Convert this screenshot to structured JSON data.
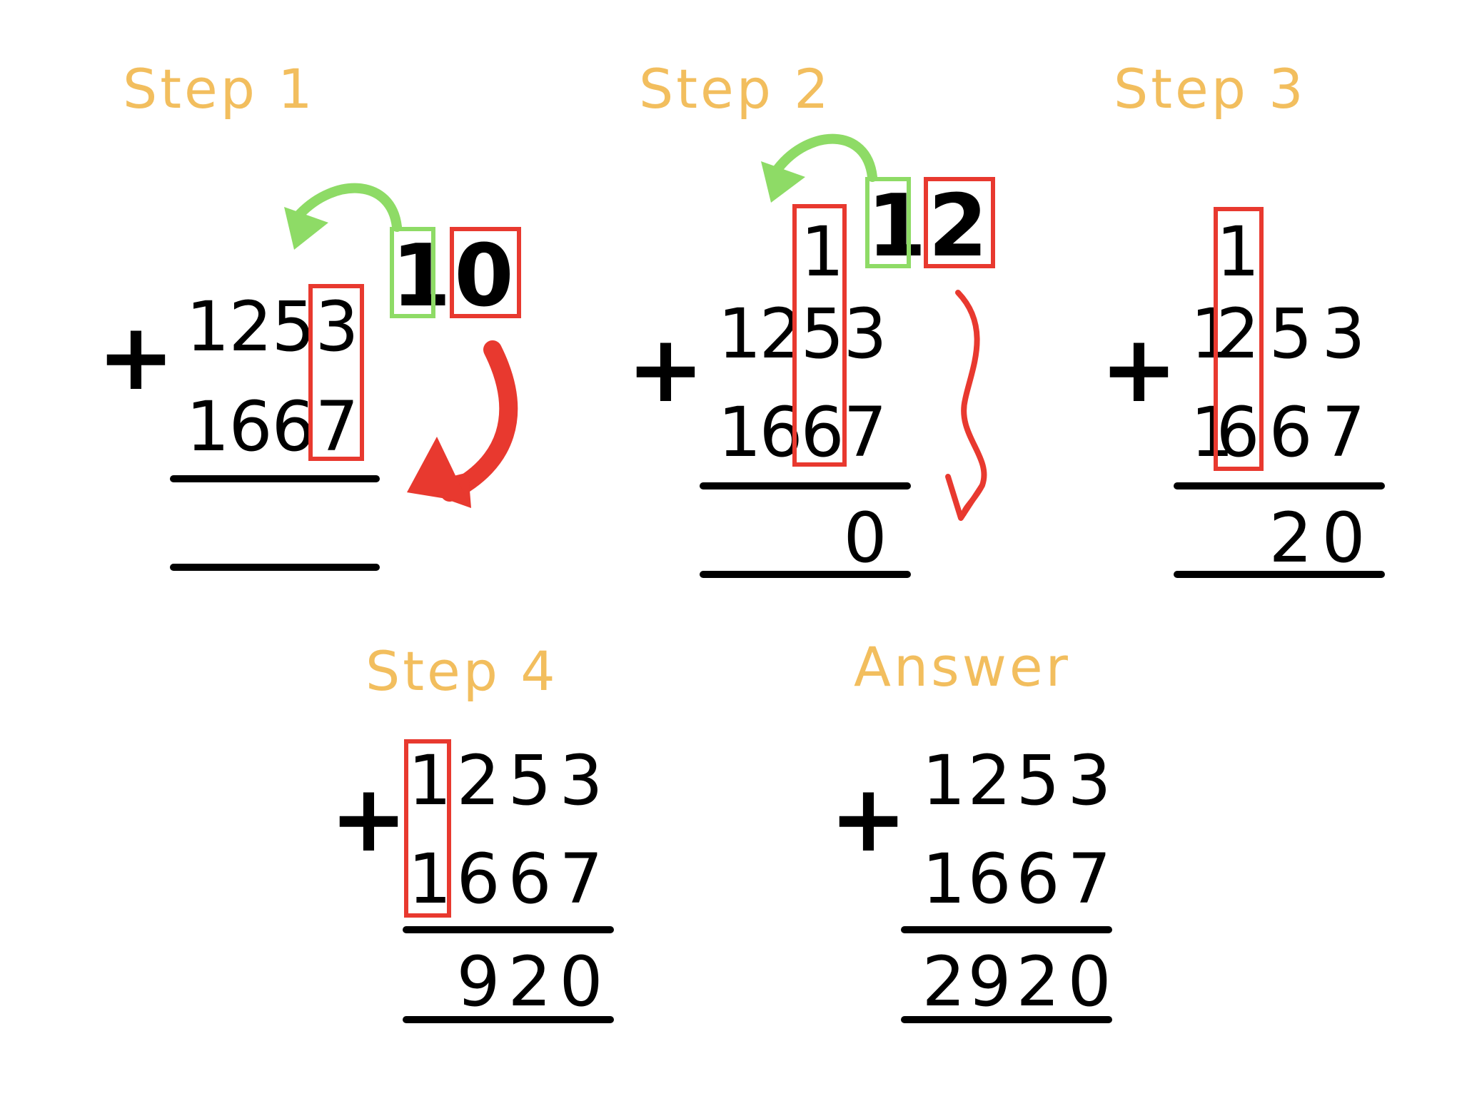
{
  "colors": {
    "title": "#F2BE5E",
    "highlight": "#E8392F",
    "carry": "#8EDB66",
    "ink": "#000000"
  },
  "operator": "+",
  "step1": {
    "title": "Step 1",
    "top": [
      "1",
      "2",
      "5",
      "3"
    ],
    "bottom": [
      "1",
      "6",
      "6",
      "7"
    ],
    "sum": [
      "1",
      "0"
    ]
  },
  "step2": {
    "title": "Step 2",
    "carry": "1",
    "top": [
      "1",
      "2",
      "5",
      "3"
    ],
    "bottom": [
      "1",
      "6",
      "6",
      "7"
    ],
    "sum": [
      "1",
      "2"
    ],
    "result": "0"
  },
  "step3": {
    "title": "Step 3",
    "carry": "1",
    "top": [
      "1",
      "2",
      "5",
      "3"
    ],
    "bottom": [
      "1",
      "6",
      "6",
      "7"
    ],
    "result": [
      "2",
      "0"
    ]
  },
  "step4": {
    "title": "Step 4",
    "top": [
      "1",
      "2",
      "5",
      "3"
    ],
    "bottom": [
      "1",
      "6",
      "6",
      "7"
    ],
    "result": [
      "9",
      "2",
      "0"
    ]
  },
  "answer": {
    "title": "Answer",
    "top": [
      "1",
      "2",
      "5",
      "3"
    ],
    "bottom": [
      "1",
      "6",
      "6",
      "7"
    ],
    "result": [
      "2",
      "9",
      "2",
      "0"
    ]
  }
}
